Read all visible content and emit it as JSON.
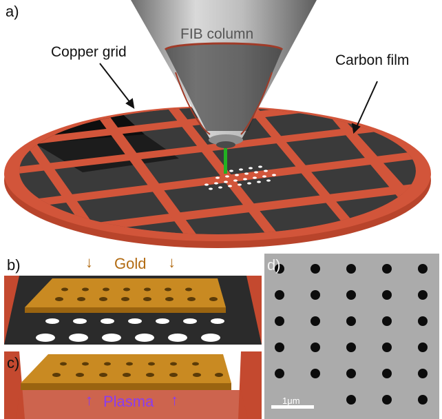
{
  "panels": {
    "a": "a)",
    "b": "b)",
    "c": "c)",
    "d": "d)"
  },
  "labels": {
    "fib_column": "FIB column",
    "copper_grid": "Copper grid",
    "carbon_film": "Carbon film",
    "gold": "Gold",
    "plasma": "Plasma",
    "scale_bar": "1μm"
  },
  "arrows": {
    "down": "↓",
    "up": "↑"
  },
  "colors": {
    "copper": "#d2553a",
    "film": "#3a3a3a",
    "gold": "#c98a22",
    "beam": "#22b022",
    "gold_text": "#b26b12",
    "plasma_text": "#8a3df0",
    "sem_background": "#a6a6a6"
  }
}
